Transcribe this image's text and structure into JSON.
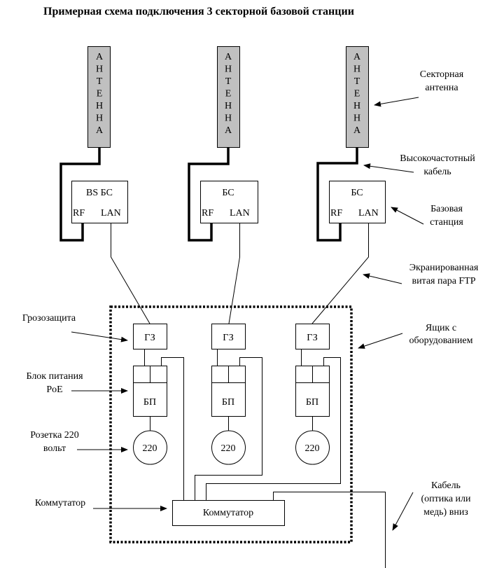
{
  "title": "Примерная схема подключения 3 секторной базовой станции",
  "antenna_label_letters": [
    "А",
    "Н",
    "Т",
    "Е",
    "Н",
    "Н",
    "А"
  ],
  "sectors": [
    {
      "bs_label": "BS БС",
      "rf_label": "RF",
      "lan_label": "LAN",
      "gz_label": "ГЗ",
      "bp_label": "БП",
      "socket_label": "220"
    },
    {
      "bs_label": "БС",
      "rf_label": "RF",
      "lan_label": "LAN",
      "gz_label": "ГЗ",
      "bp_label": "БП",
      "socket_label": "220"
    },
    {
      "bs_label": "БС",
      "rf_label": "RF",
      "lan_label": "LAN",
      "gz_label": "ГЗ",
      "bp_label": "БП",
      "socket_label": "220"
    }
  ],
  "switch_label": "Коммутатор",
  "annotations": {
    "sector_antenna": [
      "Секторная",
      "антенна"
    ],
    "hf_cable": [
      "Высокочастотный",
      "кабель"
    ],
    "base_station": [
      "Базовая",
      "станция"
    ],
    "ftp": [
      "Экранированная",
      "витая пара FTP"
    ],
    "equipment_box": [
      "Ящик с",
      "оборудованием"
    ],
    "cable_down": [
      "Кабель",
      "(оптика или",
      "медь) вниз"
    ],
    "lightning_protection": [
      "Грозозащита"
    ],
    "poe_power": [
      "Блок питания",
      "PoE"
    ],
    "socket": [
      "Розетка 220",
      "вольт"
    ],
    "switch": [
      "Коммутатор"
    ]
  },
  "colors": {
    "antenna_fill": "#c0c0c0",
    "line": "#000000",
    "background": "#ffffff"
  }
}
